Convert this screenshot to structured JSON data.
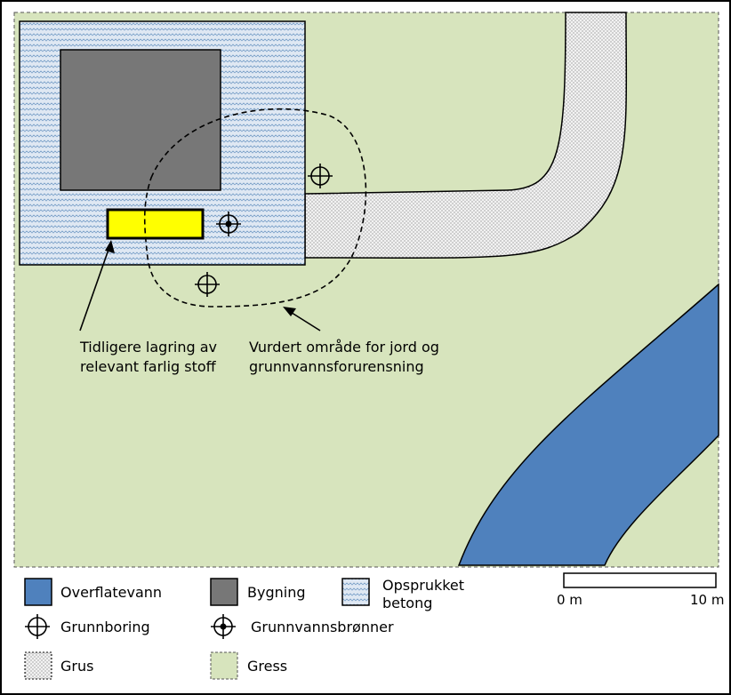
{
  "annotations": {
    "storage": [
      "Tidligere lagring av",
      "relevant farlig stoff"
    ],
    "area": [
      "Vurdert område for jord og",
      "grunnvannsforurensning"
    ]
  },
  "legend": {
    "surface_water": "Overflatevann",
    "building": "Bygning",
    "cracked_concrete": [
      "Opsprukket",
      "betong"
    ],
    "soil_boring": "Grunnboring",
    "groundwater_well": "Grunnvannsbrønner",
    "gravel": "Grus",
    "grass": "Gress"
  },
  "scale_bar": {
    "start": "0 m",
    "end": "10 m"
  },
  "colors": {
    "grass": "#d7e4bd",
    "water": "#4f81bd",
    "building": "#777777",
    "storage": "#ffff00",
    "concrete": "#dbe5f1",
    "gravel": "#ededed"
  },
  "icons": {
    "soil_boring": "crosshair-circle-icon",
    "groundwater_well": "crosshair-circle-dot-icon"
  }
}
